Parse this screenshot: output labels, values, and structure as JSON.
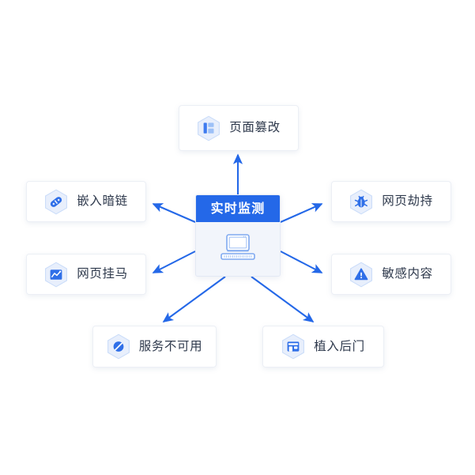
{
  "diagram": {
    "title": "实时监测",
    "center": {
      "header_label": "实时监测",
      "icon": "laptop-icon",
      "header_color": "#2468e8",
      "body_color": "#f2f5fb"
    },
    "accent_color": "#2468e8",
    "arrow_color": "#2468e8",
    "node_text_color": "#2f3a4d",
    "nodes": [
      {
        "id": "page-tampering",
        "label": "页面篡改",
        "icon": "page-layout-icon",
        "position": "top"
      },
      {
        "id": "embedded-dark-link",
        "label": "嵌入暗链",
        "icon": "link-icon",
        "position": "left-upper"
      },
      {
        "id": "webpage-trojan",
        "label": "网页挂马",
        "icon": "chart-line-icon",
        "position": "left-lower"
      },
      {
        "id": "page-hijacking",
        "label": "网页劫持",
        "icon": "bug-icon",
        "position": "right-upper"
      },
      {
        "id": "sensitive-content",
        "label": "敏感内容",
        "icon": "warning-triangle-icon",
        "position": "right-lower"
      },
      {
        "id": "service-unavailable",
        "label": "服务不可用",
        "icon": "prohibited-icon",
        "position": "bottom-left"
      },
      {
        "id": "implanted-backdoor",
        "label": "植入后门",
        "icon": "door-icon",
        "position": "bottom-right"
      }
    ]
  }
}
